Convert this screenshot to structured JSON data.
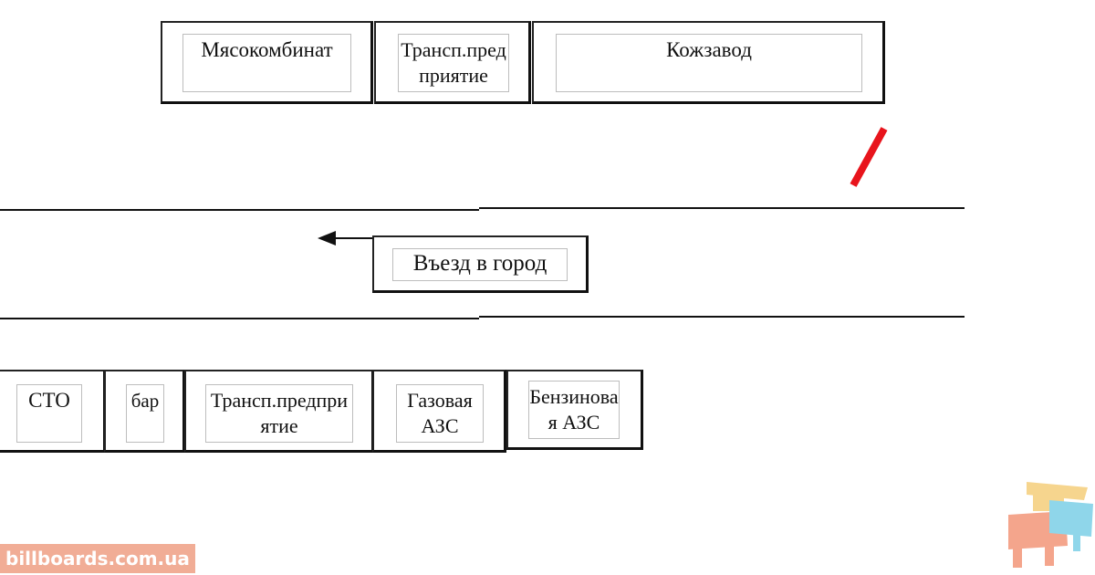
{
  "top_row": [
    {
      "label": "Мясокомбинат"
    },
    {
      "label": "Трансп.предприятие"
    },
    {
      "label": "Кожзавод"
    }
  ],
  "road": {
    "entry_label": "Въезд в город",
    "direction": "left"
  },
  "bottom_row": [
    {
      "label": "СТО"
    },
    {
      "label": "бар"
    },
    {
      "label": "Трансп.предприятие"
    },
    {
      "label": "Газовая АЗС"
    },
    {
      "label": "Бензиновая АЗС"
    }
  ],
  "marker": {
    "color": "#e8141c"
  },
  "watermark": {
    "text": "billboards.com.ua",
    "color": "#f0a78e"
  }
}
